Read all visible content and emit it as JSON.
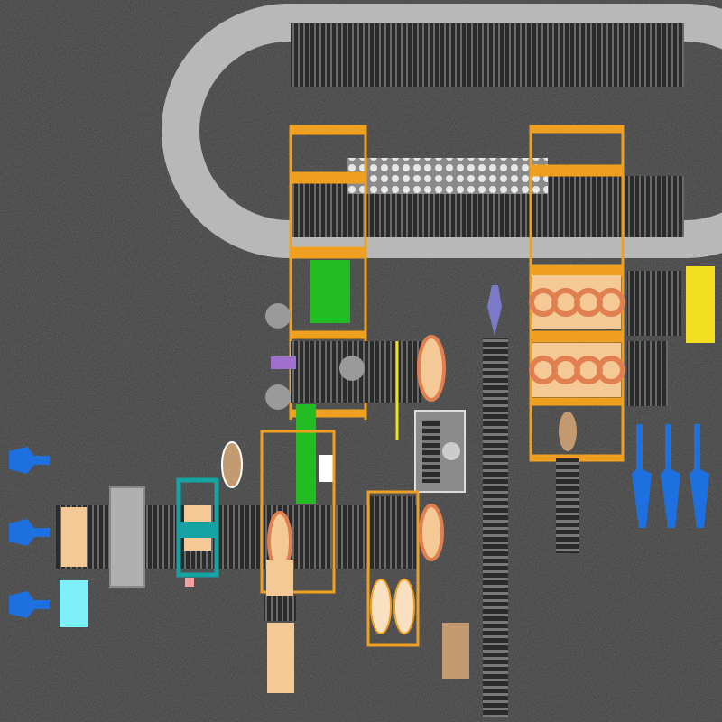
{
  "colors": {
    "background": "#3b3b3b",
    "conveyor_dark": "#2a2a2a",
    "conveyor_light": "#6a6a6a",
    "loop_track": "#b8b8b8",
    "frame_orange": "#f0a020",
    "green_block": "#22bb22",
    "yellow_block": "#f2e020",
    "cyan_block": "#80f0f8",
    "teal_station": "#16a3a3",
    "pallet_tan": "#f4c995",
    "drum_ring": "#e08050",
    "robot_blue": "#1e6fe0",
    "robot_purple": "#a070d0",
    "box_tan": "#c49a70"
  },
  "icons": {
    "robot": "industrial-robot-arm-icon",
    "drum": "drum-coil-icon",
    "gripper": "gripper-icon"
  },
  "elements": {
    "loop_conveyor": "loop-conveyor",
    "gantry_left": "gantry-frame-left",
    "gantry_right": "gantry-frame-right",
    "main_line": "main-conveyor-line",
    "vertical_line": "vertical-conveyor-line"
  }
}
